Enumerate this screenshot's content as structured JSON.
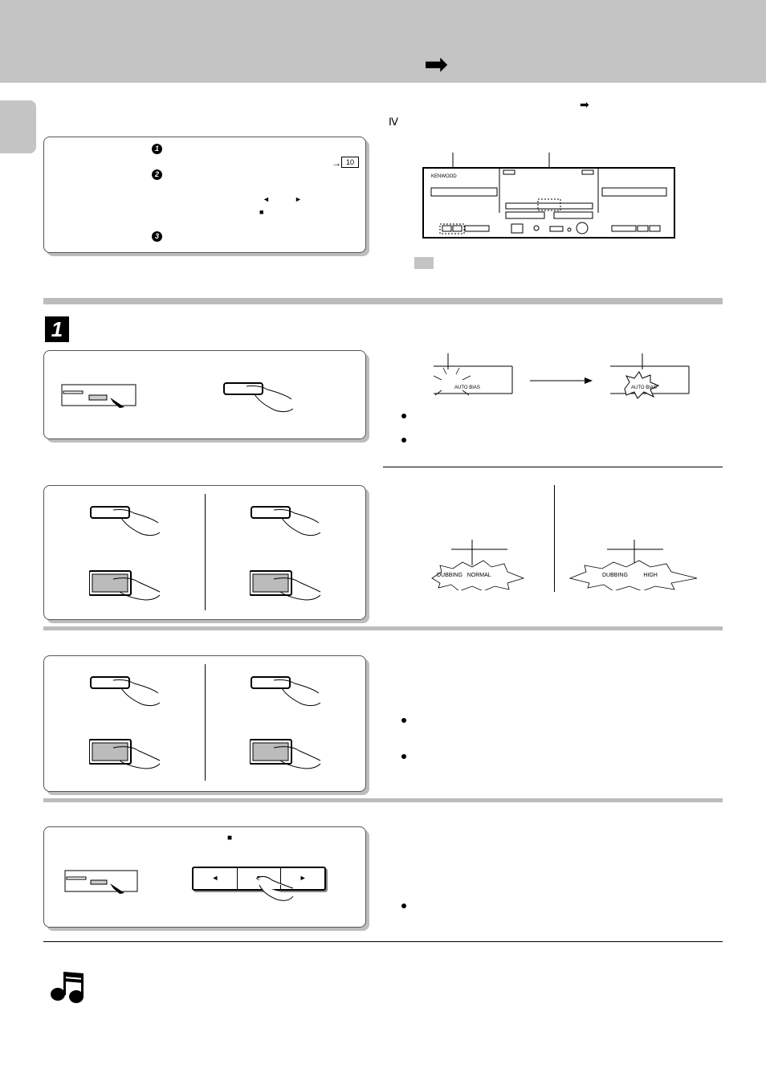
{
  "header": {
    "arrow_glyph": "➡"
  },
  "intro": {
    "arrow_glyph": "➡",
    "roman_numeral": "Ⅳ"
  },
  "steps_panel": {
    "step_icons": [
      "1-circle-icon",
      "2-circle-icon",
      "3-circle-icon"
    ],
    "page_ref": "10",
    "rewind_glyph": "◄",
    "play_glyph": "►",
    "stop_glyph": "■"
  },
  "step1": {
    "badge": "1"
  },
  "display_auto_bias": {
    "before_text": "AUTO BIAS",
    "after_text": "AUTO BIAS"
  },
  "dubbing_displays": {
    "normal_label": "DUBBING   NORMAL",
    "high_label": "DUBBING          HIGH"
  },
  "stop_section": {
    "stop_glyph": "■",
    "deck_buttons": [
      "◄",
      "■",
      "►"
    ]
  },
  "note": {
    "icon": "music-note-icon"
  }
}
